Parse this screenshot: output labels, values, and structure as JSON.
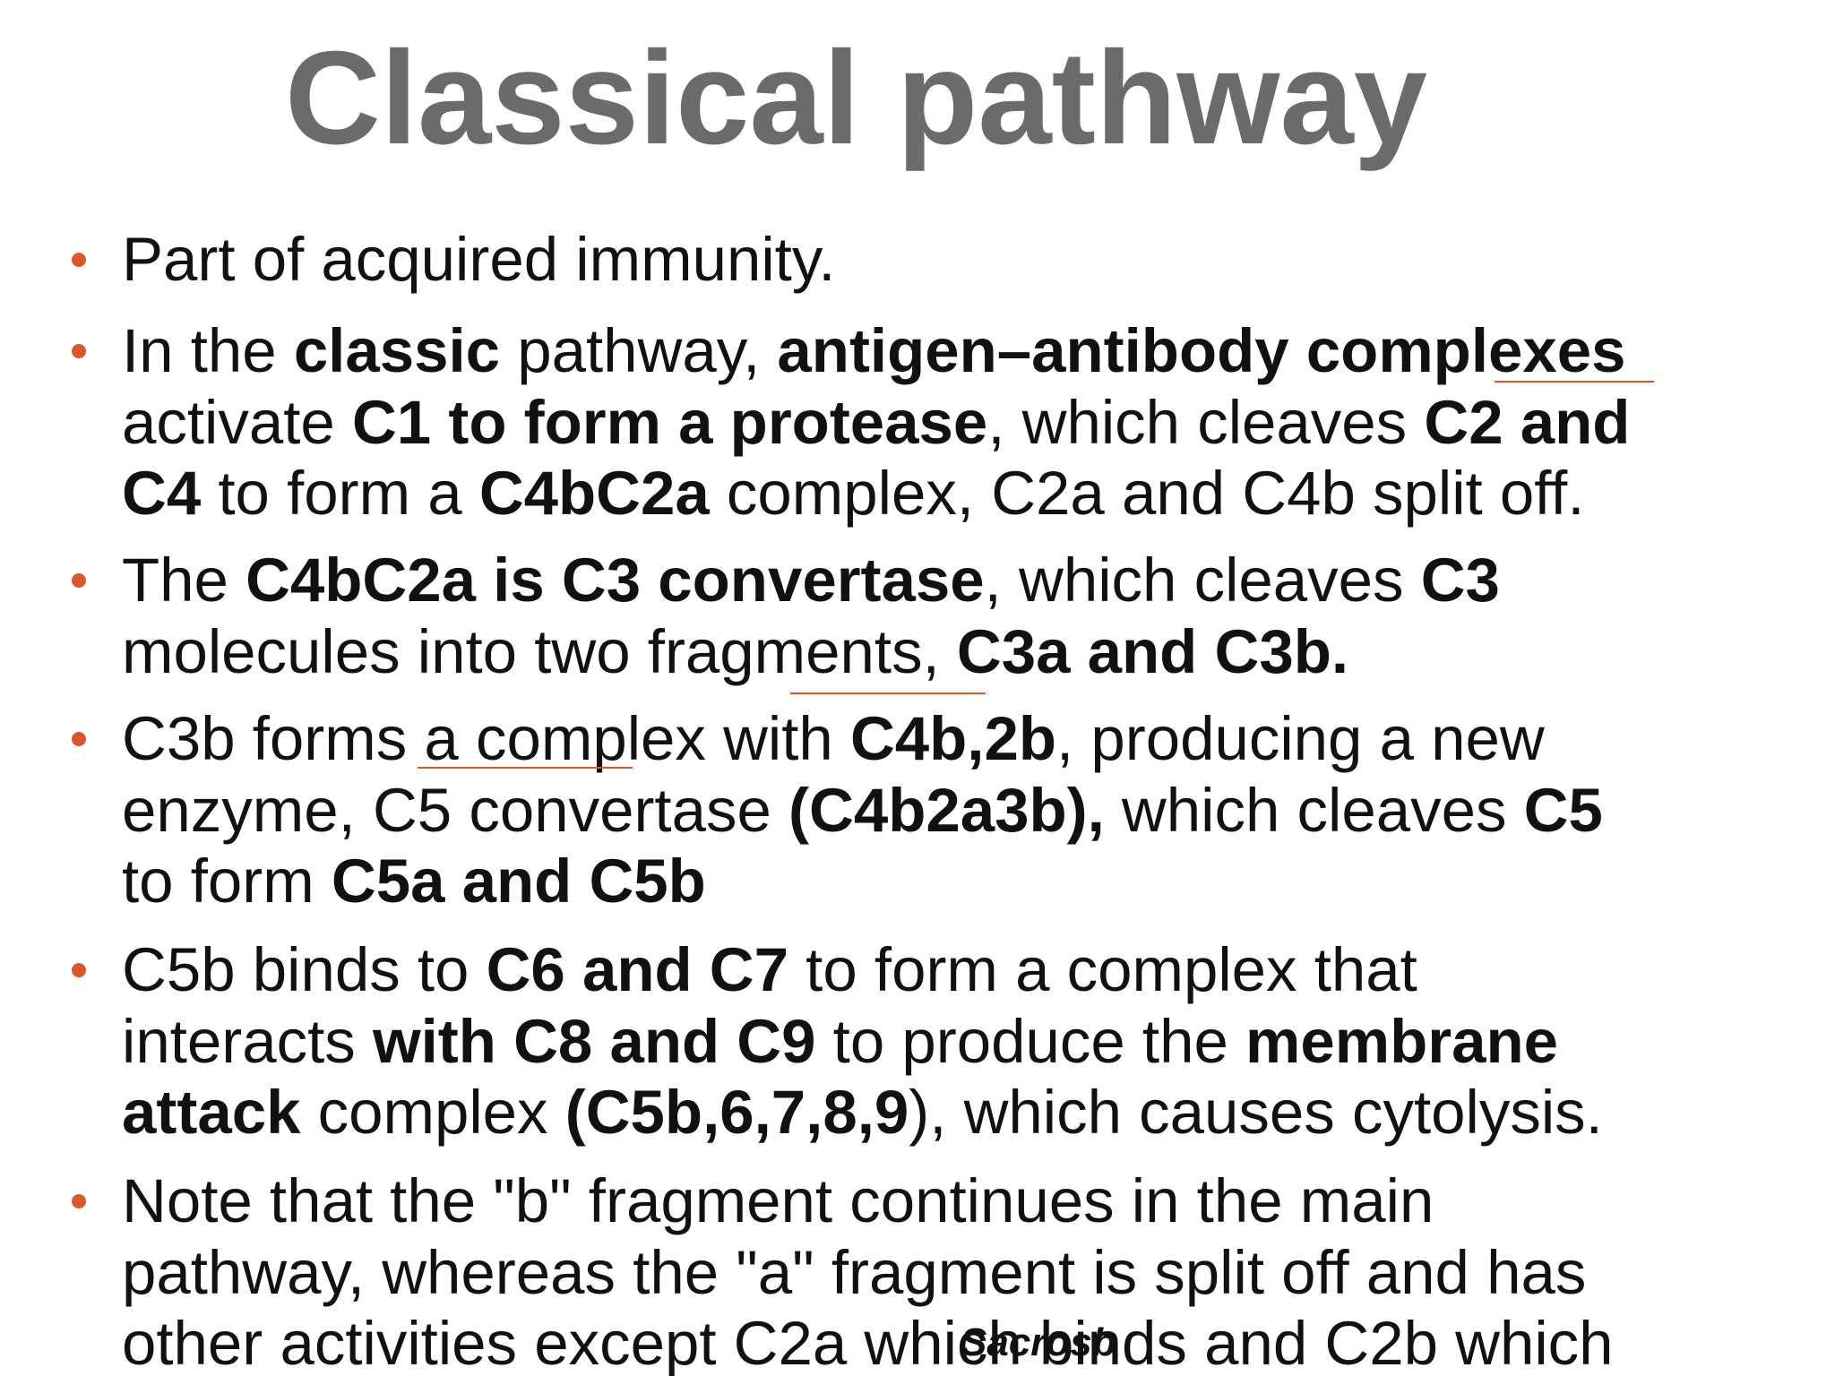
{
  "slide": {
    "title": "Classical pathway",
    "bullets": [
      {
        "lines": [
          [
            {
              "t": "Part of acquired immunity.",
              "b": false
            }
          ]
        ]
      },
      {
        "lines": [
          [
            {
              "t": "In the ",
              "b": false
            },
            {
              "t": "classic",
              "b": true
            },
            {
              "t": " pathway, ",
              "b": false
            },
            {
              "t": "antigen–antibody complexes",
              "b": true
            }
          ],
          [
            {
              "t": "activate ",
              "b": false
            },
            {
              "t": "C1 to form a protease",
              "b": true
            },
            {
              "t": ", which cleaves ",
              "b": false
            },
            {
              "t": "C2 and",
              "b": true
            }
          ],
          [
            {
              "t": "C4",
              "b": true
            },
            {
              "t": " to form a ",
              "b": false
            },
            {
              "t": "C4bC2a",
              "b": true
            },
            {
              "t": " complex, C2a and C4b split off.",
              "b": false
            }
          ]
        ]
      },
      {
        "lines": [
          [
            {
              "t": "The ",
              "b": false
            },
            {
              "t": "C4bC2a is C3 convertase",
              "b": true
            },
            {
              "t": ", which cleaves ",
              "b": false
            },
            {
              "t": "C3",
              "b": true
            }
          ],
          [
            {
              "t": "molecules into two fragments, ",
              "b": false
            },
            {
              "t": "C3a and C3b.",
              "b": true
            }
          ]
        ]
      },
      {
        "lines": [
          [
            {
              "t": "C3b forms a complex with ",
              "b": false
            },
            {
              "t": "C4b,2b",
              "b": true
            },
            {
              "t": ", producing a new",
              "b": false
            }
          ],
          [
            {
              "t": "enzyme, C5 convertase ",
              "b": false
            },
            {
              "t": "(C4b2a3b),",
              "b": true
            },
            {
              "t": " which cleaves ",
              "b": false
            },
            {
              "t": "C5",
              "b": true
            }
          ],
          [
            {
              "t": "to form ",
              "b": false
            },
            {
              "t": "C5a and C5b",
              "b": true
            }
          ]
        ]
      },
      {
        "lines": [
          [
            {
              "t": "C5b binds to ",
              "b": false
            },
            {
              "t": "C6 and C7",
              "b": true
            },
            {
              "t": " to form a complex that",
              "b": false
            }
          ],
          [
            {
              "t": "interacts ",
              "b": false
            },
            {
              "t": "with C8 and C9",
              "b": true
            },
            {
              "t": " to produce the ",
              "b": false
            },
            {
              "t": "membrane",
              "b": true
            }
          ],
          [
            {
              "t": "attack",
              "b": true
            },
            {
              "t": " complex ",
              "b": false
            },
            {
              "t": "(C5b,6,7,8,9",
              "b": true
            },
            {
              "t": "), which causes cytolysis.",
              "b": false
            }
          ]
        ]
      },
      {
        "lines": [
          [
            {
              "t": " Note that the \"b\" fragment continues in the main",
              "b": false
            }
          ],
          [
            {
              "t": "pathway, whereas the \"a\" fragment is split off and has",
              "b": false
            }
          ],
          [
            {
              "t": "other activities except C2a which binds and C2b which",
              "b": false
            }
          ]
        ]
      }
    ],
    "footer_mark": "Sacrosb",
    "colors": {
      "title": "#6b6b6b",
      "text": "#111111",
      "bullet": "#d9572b",
      "annotation": "#d9572b"
    }
  }
}
